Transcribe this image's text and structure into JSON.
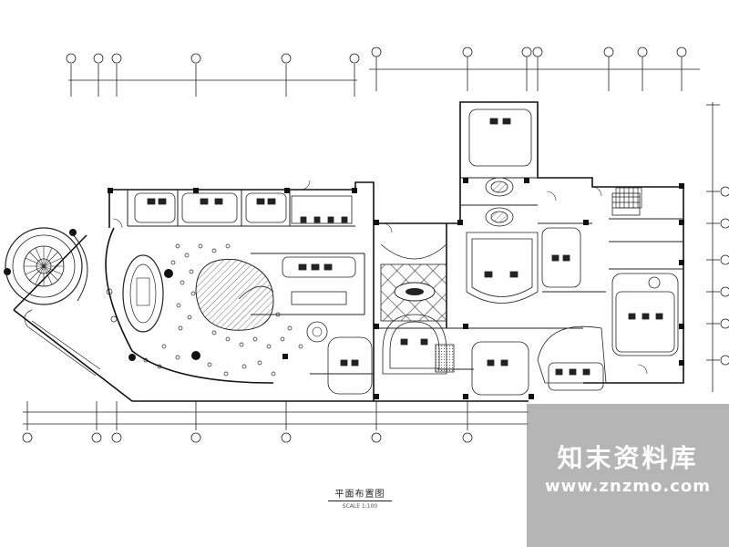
{
  "drawing": {
    "title": "平面布置图",
    "subtitle": "SCALE 1:100"
  },
  "watermark": {
    "brand": "知末资料库",
    "url": "www.znzmo.com"
  }
}
